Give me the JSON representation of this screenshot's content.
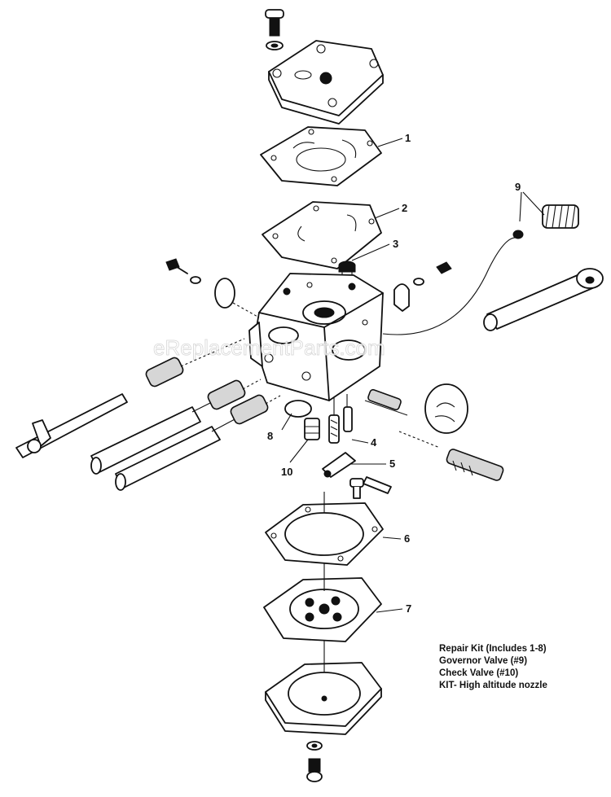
{
  "watermark": "eReplacementParts.com",
  "callouts": [
    "1",
    "2",
    "3",
    "4",
    "5",
    "6",
    "7",
    "8",
    "9",
    "10"
  ],
  "legend": [
    "Repair Kit (Includes 1-8)",
    "Governor Valve (#9)",
    "Check Valve (#10)",
    "KIT- High altitude nozzle"
  ]
}
